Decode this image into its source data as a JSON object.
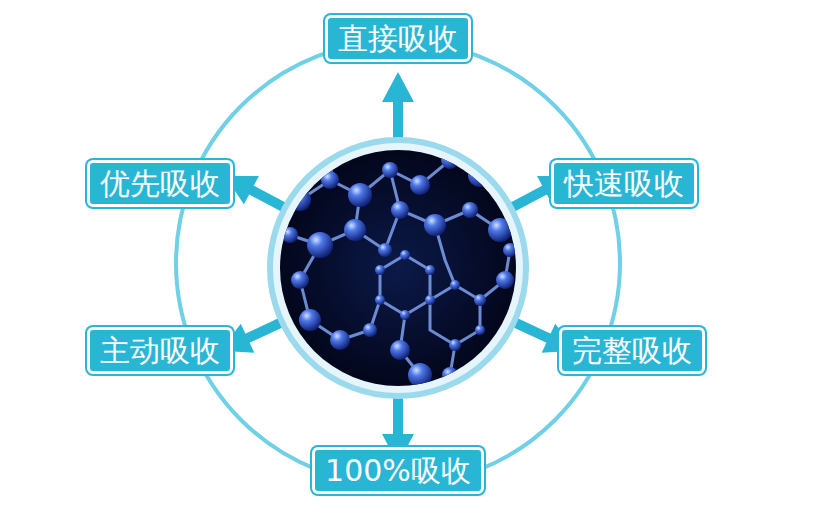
{
  "diagram": {
    "nodes": [
      {
        "text": [
          "直接吸收"
        ]
      },
      {
        "text": [
          "优先吸收"
        ]
      },
      {
        "text": [
          "快速吸收"
        ]
      },
      {
        "text": [
          "主动吸收"
        ]
      },
      {
        "text": [
          "完整吸收"
        ]
      },
      {
        "text": [
          "100%吸收"
        ]
      }
    ]
  }
}
